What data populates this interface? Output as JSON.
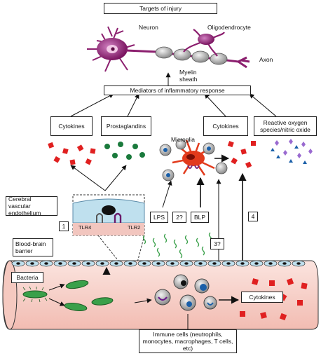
{
  "title": "Targets of injury",
  "labels": {
    "neuron": "Neuron",
    "oligodendrocyte": "Oligodendrocyte",
    "axon": "Axon",
    "myelin_sheath": "Myelin sheath",
    "mediators": "Mediators of inflammatory response",
    "cytokines_left": "Cytokines",
    "prostaglandins": "Prostaglandins",
    "cytokines_right": "Cytokines",
    "ros": "Reactive oxygen species/nitric oxide",
    "microglia": "Microglia",
    "cerebral_endothelium": "Cerebral vascular endothelium",
    "tlr4": "TLR4",
    "tlr2": "TLR2",
    "lps": "LPS",
    "q2": "2?",
    "blp": "BLP",
    "q3": "3?",
    "n1": "1",
    "n4": "4",
    "bbb": "Blood-brain barrier",
    "bacteria": "Bacteria",
    "cytokines_vessel": "Cytokines",
    "immune_cells": "Immune cells (neutrophils, monocytes, macrophages, T cells, etc)"
  },
  "colors": {
    "neuron": "#8b1e6e",
    "cytokine": "#e02020",
    "prostaglandin": "#1a7a3c",
    "microglia": "#e23a1c",
    "vessel": "#f7d3cc",
    "endothelium": "#bfe0ee",
    "bacteria": "#3aa04a",
    "ros_purple": "#9a6ad0",
    "ros_blue": "#1a5fa8"
  }
}
